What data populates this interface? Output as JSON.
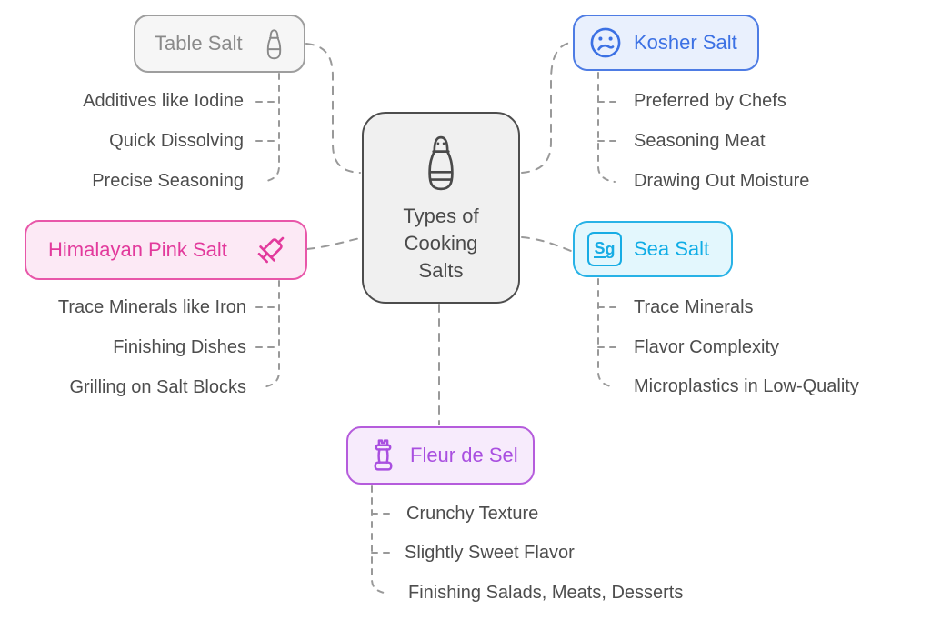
{
  "diagram": {
    "type": "mindmap",
    "center": {
      "label": "Types of Cooking Salts",
      "icon": "salt-shaker-icon",
      "colors": {
        "text": "#4a4a4a",
        "border": "#4d4d4d",
        "bg": "#f0f0f0"
      }
    },
    "branches": [
      {
        "id": "table-salt",
        "label": "Table Salt",
        "icon": "salt-shaker-icon",
        "colors": {
          "text": "#8a8a8a",
          "border": "#9e9e9e",
          "bg": "#f6f6f6"
        },
        "leaves": [
          "Additives like Iodine",
          "Quick Dissolving",
          "Precise Seasoning"
        ]
      },
      {
        "id": "kosher-salt",
        "label": "Kosher Salt",
        "icon": "frowning-face-icon",
        "colors": {
          "text": "#3c71e4",
          "border": "#4e7ce4",
          "bg": "#e9f0fd"
        },
        "leaves": [
          "Preferred by Chefs",
          "Seasoning Meat",
          "Drawing Out Moisture"
        ]
      },
      {
        "id": "himalayan-pink-salt",
        "label": "Himalayan Pink Salt",
        "icon": "syringe-icon",
        "colors": {
          "text": "#e23a9c",
          "border": "#e857a9",
          "bg": "#fce9f5"
        },
        "leaves": [
          "Trace Minerals like Iron",
          "Finishing Dishes",
          "Grilling on Salt Blocks"
        ]
      },
      {
        "id": "sea-salt",
        "label": "Sea Salt",
        "icon": "element-symbol-icon",
        "icon_text": {
          "main": "S",
          "sub": "g"
        },
        "colors": {
          "text": "#10ade6",
          "border": "#28b2e6",
          "bg": "#e3f7fd"
        },
        "leaves": [
          "Trace Minerals",
          "Flavor Complexity",
          "Microplastics in Low-Quality"
        ]
      },
      {
        "id": "fleur-de-sel",
        "label": "Fleur de Sel",
        "icon": "salt-mill-icon",
        "colors": {
          "text": "#a94fe0",
          "border": "#b55cdc",
          "bg": "#f7ebfc"
        },
        "leaves": [
          "Crunchy Texture",
          "Slightly Sweet Flavor",
          "Finishing Salads, Meats, Desserts"
        ]
      }
    ],
    "connector_color": "#999999",
    "leaf_text_color": "#4d4d4d"
  }
}
